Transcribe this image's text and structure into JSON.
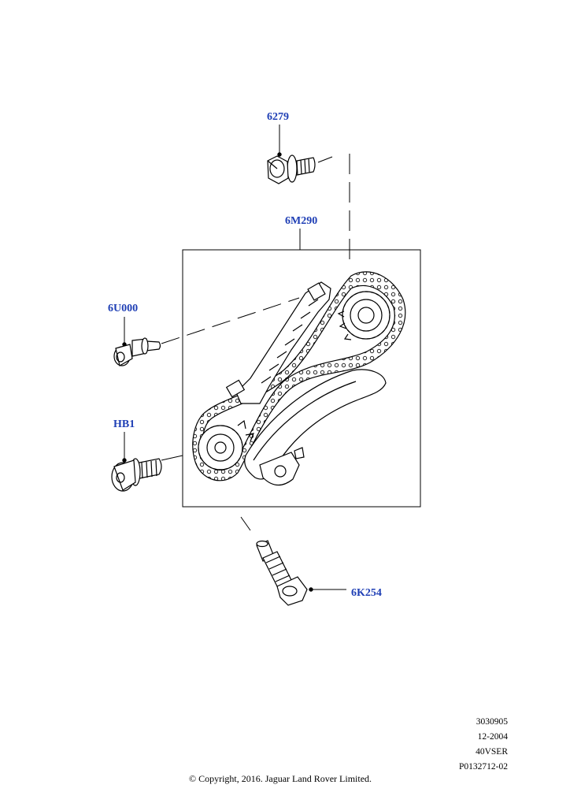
{
  "callouts": {
    "p6279": "6279",
    "p6M290": "6M290",
    "p6U000": "6U000",
    "pHB1": "HB1",
    "p6K254": "6K254"
  },
  "meta": {
    "line1": "3030905",
    "line2": "12-2004",
    "line3": "40VSER",
    "line4": "P0132712-02"
  },
  "copyright": "© Copyright, 2016. Jaguar Land Rover Limited.",
  "colors": {
    "callout": "#1f3fb5",
    "line": "#000000"
  },
  "icons": {
    "bolt_6279": "flange-bolt-icon",
    "bolt_6U000": "guide-bolt-icon",
    "bolt_HB1": "pivot-bolt-icon",
    "tensioner_6K254": "chain-tensioner-icon",
    "kit_6M290": "timing-chain-kit-icon"
  }
}
